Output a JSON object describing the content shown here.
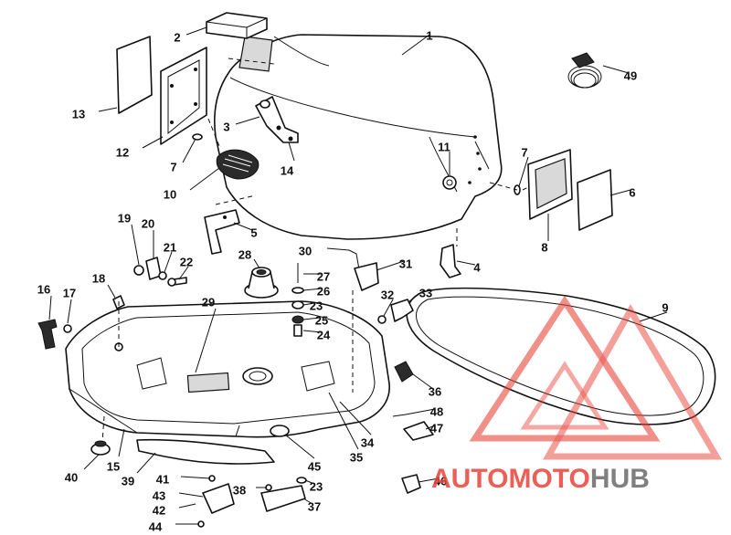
{
  "diagram": {
    "labels": [
      {
        "id": "1",
        "text": "1"
      },
      {
        "id": "2",
        "text": "2"
      },
      {
        "id": "3",
        "text": "3"
      },
      {
        "id": "4",
        "text": "4"
      },
      {
        "id": "5",
        "text": "5"
      },
      {
        "id": "6",
        "text": "6"
      },
      {
        "id": "7a",
        "text": "7"
      },
      {
        "id": "7b",
        "text": "7"
      },
      {
        "id": "8",
        "text": "8"
      },
      {
        "id": "9",
        "text": "9"
      },
      {
        "id": "10",
        "text": "10"
      },
      {
        "id": "11",
        "text": "11"
      },
      {
        "id": "12",
        "text": "12"
      },
      {
        "id": "13",
        "text": "13"
      },
      {
        "id": "14",
        "text": "14"
      },
      {
        "id": "15",
        "text": "15"
      },
      {
        "id": "16",
        "text": "16"
      },
      {
        "id": "17",
        "text": "17"
      },
      {
        "id": "18",
        "text": "18"
      },
      {
        "id": "19",
        "text": "19"
      },
      {
        "id": "20",
        "text": "20"
      },
      {
        "id": "21",
        "text": "21"
      },
      {
        "id": "22",
        "text": "22"
      },
      {
        "id": "23a",
        "text": "23"
      },
      {
        "id": "23b",
        "text": "23"
      },
      {
        "id": "24",
        "text": "24"
      },
      {
        "id": "25",
        "text": "25"
      },
      {
        "id": "26",
        "text": "26"
      },
      {
        "id": "27",
        "text": "27"
      },
      {
        "id": "28",
        "text": "28"
      },
      {
        "id": "29",
        "text": "29"
      },
      {
        "id": "30",
        "text": "30"
      },
      {
        "id": "31",
        "text": "31"
      },
      {
        "id": "32",
        "text": "32"
      },
      {
        "id": "33",
        "text": "33"
      },
      {
        "id": "34",
        "text": "34"
      },
      {
        "id": "35",
        "text": "35"
      },
      {
        "id": "36",
        "text": "36"
      },
      {
        "id": "37",
        "text": "37"
      },
      {
        "id": "38",
        "text": "38"
      },
      {
        "id": "39",
        "text": "39"
      },
      {
        "id": "40",
        "text": "40"
      },
      {
        "id": "41",
        "text": "41"
      },
      {
        "id": "42",
        "text": "42"
      },
      {
        "id": "43",
        "text": "43"
      },
      {
        "id": "44",
        "text": "44"
      },
      {
        "id": "45",
        "text": "45"
      },
      {
        "id": "46",
        "text": "46"
      },
      {
        "id": "47",
        "text": "47"
      },
      {
        "id": "48",
        "text": "48"
      },
      {
        "id": "49",
        "text": "49"
      }
    ]
  },
  "watermark": {
    "part1": "AUTO",
    "part2": "MOTO",
    "part3": "HUB",
    "color_red": "#e8443a",
    "color_gray": "#6b6b6b"
  }
}
